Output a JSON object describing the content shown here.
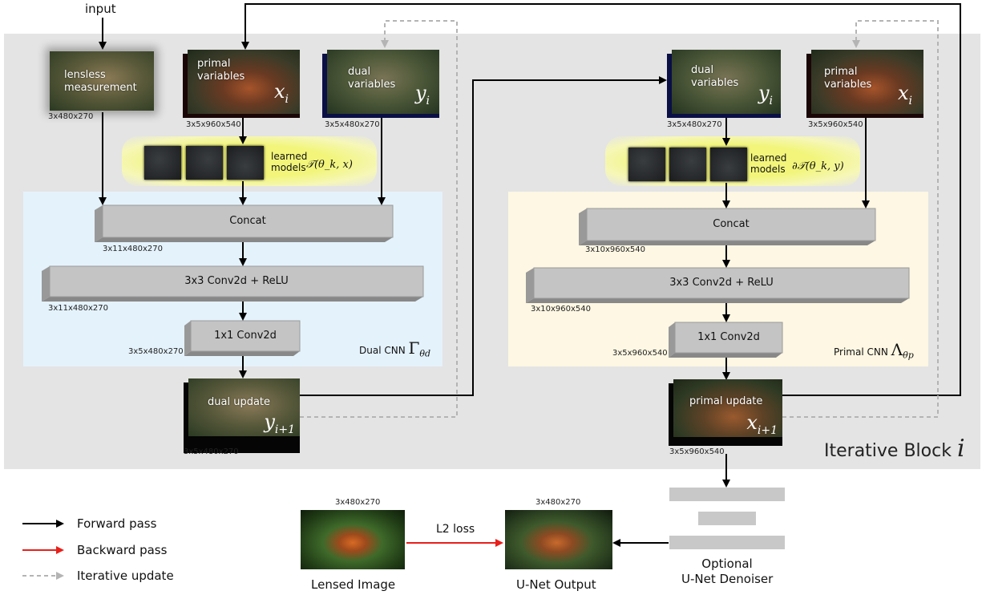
{
  "input_label": "input",
  "iterative_block": {
    "label": "Iterative Block",
    "symbol": "i"
  },
  "left": {
    "lensless": {
      "line1": "lensless",
      "line2": "measurement",
      "dims": "3x480x270"
    },
    "primal": {
      "line1": "primal",
      "line2": "variables",
      "symbol": "x",
      "sub": "i",
      "dims": "3x5x960x540"
    },
    "dual": {
      "line1": "dual",
      "line2": "variables",
      "symbol": "y",
      "sub": "i",
      "dims": "3x5x480x270"
    },
    "learned": {
      "line1": "learned",
      "line2": "models",
      "formula": "𝒯(θ_k, x)"
    },
    "concat": {
      "label": "Concat",
      "dims": "3x11x480x270"
    },
    "conv3": {
      "label": "3x3 Conv2d + ReLU",
      "dims": "3x11x480x270"
    },
    "conv1": {
      "label": "1x1 Conv2d",
      "dims": "3x5x480x270"
    },
    "cnn": {
      "label": "Dual CNN",
      "symbol": "Γ",
      "sub": "θd"
    },
    "update": {
      "label": "dual update",
      "symbol": "y",
      "sub": "i+1",
      "dims": "3x5x480x270"
    }
  },
  "right": {
    "dual": {
      "line1": "dual",
      "line2": "variables",
      "symbol": "y",
      "sub": "i",
      "dims": "3x5x480x270"
    },
    "primal": {
      "line1": "primal",
      "line2": "variables",
      "symbol": "x",
      "sub": "i",
      "dims": "3x5x960x540"
    },
    "learned": {
      "line1": "learned",
      "line2": "models",
      "formula": "∂𝒯(θ_k, y)"
    },
    "concat": {
      "label": "Concat",
      "dims": "3x10x960x540"
    },
    "conv3": {
      "label": "3x3 Conv2d + ReLU",
      "dims": "3x10x960x540"
    },
    "conv1": {
      "label": "1x1 Conv2d",
      "dims": "3x5x960x540"
    },
    "cnn": {
      "label": "Primal CNN",
      "symbol": "Λ",
      "sub": "θp"
    },
    "update": {
      "label": "primal update",
      "symbol": "x",
      "sub": "i+1",
      "dims": "3x5x960x540"
    }
  },
  "bottom": {
    "lensed": {
      "label": "Lensed Image",
      "dims": "3x480x270"
    },
    "unet_out": {
      "label": "U-Net Output",
      "dims": "3x480x270"
    },
    "loss": "L2 loss",
    "denoiser": {
      "line1": "Optional",
      "line2": "U-Net Denoiser"
    }
  },
  "legend": {
    "forward": "Forward pass",
    "backward": "Backward pass",
    "iterative": "Iterative update"
  },
  "colors": {
    "gray_bg": "#e4e4e4",
    "dual_cnn_bg": "#e4f2fb",
    "primal_cnn_bg": "#fdf7e3",
    "learned_glow": "#eef27a",
    "box_gray": "#c4c4c4",
    "forward": "#000000",
    "backward": "#e8201b",
    "iterative": "#b4b4b4"
  }
}
